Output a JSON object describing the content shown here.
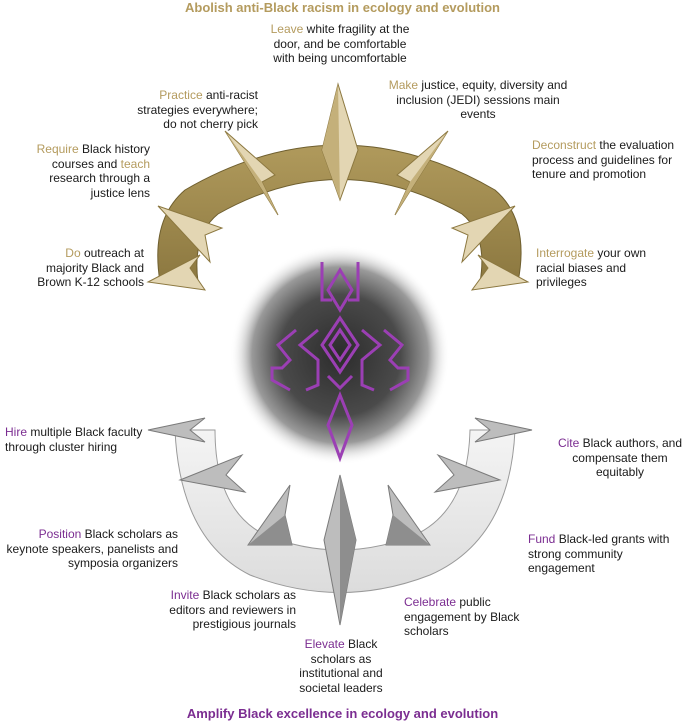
{
  "colors": {
    "top_accent": "#b49b5e",
    "bottom_accent": "#7b2d91",
    "top_band": "#9e8a4e",
    "bottom_band": "#e8e8e8",
    "top_spike": "#e3d6b3",
    "bottom_spike": "#bdbdbd",
    "center_symbol": "#9b3fb4"
  },
  "top_title": "Abolish anti-Black racism in ecology and evolution",
  "bottom_title": "Amplify Black excellence in ecology and evolution",
  "center_icon": "purple-geometric-beetle-icon",
  "top_items": [
    {
      "keyword": "Do",
      "text": " outreach at majority Black and Brown K-12 schools"
    },
    {
      "keyword": "Require",
      "text": " Black history courses and ",
      "keyword2": "teach",
      "text2": " research through a justice lens"
    },
    {
      "keyword": "Practice",
      "text": " anti-racist strategies everywhere; do not cherry pick"
    },
    {
      "keyword": "Leave",
      "text": " white fragility at the door, and be comfortable with being uncomfortable"
    },
    {
      "keyword": "Make",
      "text": " justice, equity, diversity and inclusion (JEDI) sessions main events"
    },
    {
      "keyword": "Deconstruct",
      "text": " the evaluation process and guidelines for tenure and promotion"
    },
    {
      "keyword": "Interrogate",
      "text": " your own racial biases and privileges"
    }
  ],
  "bottom_items": [
    {
      "keyword": "Hire",
      "text": " multiple Black faculty through cluster hiring"
    },
    {
      "keyword": "Position",
      "text": " Black scholars as keynote speakers, panelists and symposia organizers"
    },
    {
      "keyword": "Invite",
      "text": " Black scholars as editors and reviewers in prestigious journals"
    },
    {
      "keyword": "Elevate",
      "text": " Black scholars as institutional and societal leaders"
    },
    {
      "keyword": "Celebrate",
      "text": " public engagement by Black scholars"
    },
    {
      "keyword": "Fund",
      "text": " Black-led grants with strong community engagement"
    },
    {
      "keyword": "Cite",
      "text": " Black authors, and compensate them equitably"
    }
  ]
}
